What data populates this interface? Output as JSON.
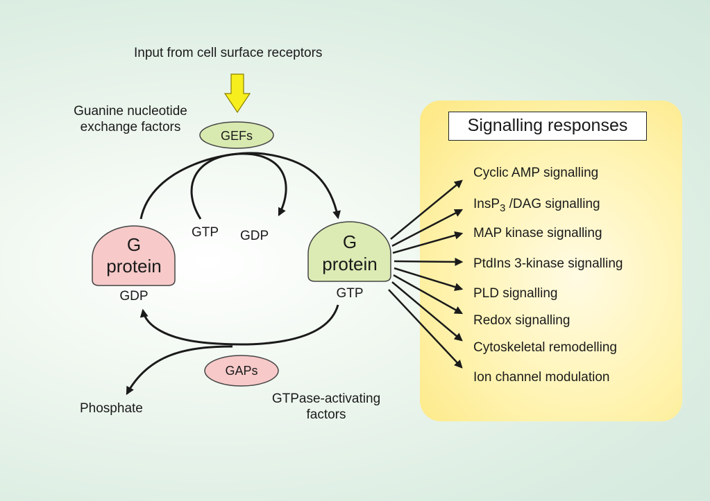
{
  "input_label": "Input from cell surface receptors",
  "gef": {
    "desc_line1": "Guanine nucleotide",
    "desc_line2": "exchange factors",
    "badge": "GEFs",
    "color": "#d9eab0"
  },
  "gtp_in": "GTP",
  "gdp_out": "GDP",
  "left_protein": {
    "line1": "G",
    "line2": "protein",
    "state": "GDP",
    "color": "#f7c9c9"
  },
  "right_protein": {
    "line1": "G",
    "line2": "protein",
    "state": "GTP",
    "color": "#dcebb4"
  },
  "gap": {
    "badge": "GAPs",
    "desc_line1": "GTPase-activating",
    "desc_line2": "factors",
    "color": "#f7c9c9"
  },
  "phosphate": "Phosphate",
  "responses": {
    "title": "Signalling responses",
    "items": [
      {
        "text": "Cyclic AMP signalling"
      },
      {
        "pre": "InsP",
        "sub": "3",
        "post": " /DAG signalling"
      },
      {
        "text": "MAP kinase signalling"
      },
      {
        "text": "PtdIns 3-kinase signalling"
      },
      {
        "text": "PLD signalling"
      },
      {
        "text": "Redox signalling"
      },
      {
        "text": "Cytoskeletal remodelling"
      },
      {
        "text": "Ion channel modulation"
      }
    ]
  }
}
